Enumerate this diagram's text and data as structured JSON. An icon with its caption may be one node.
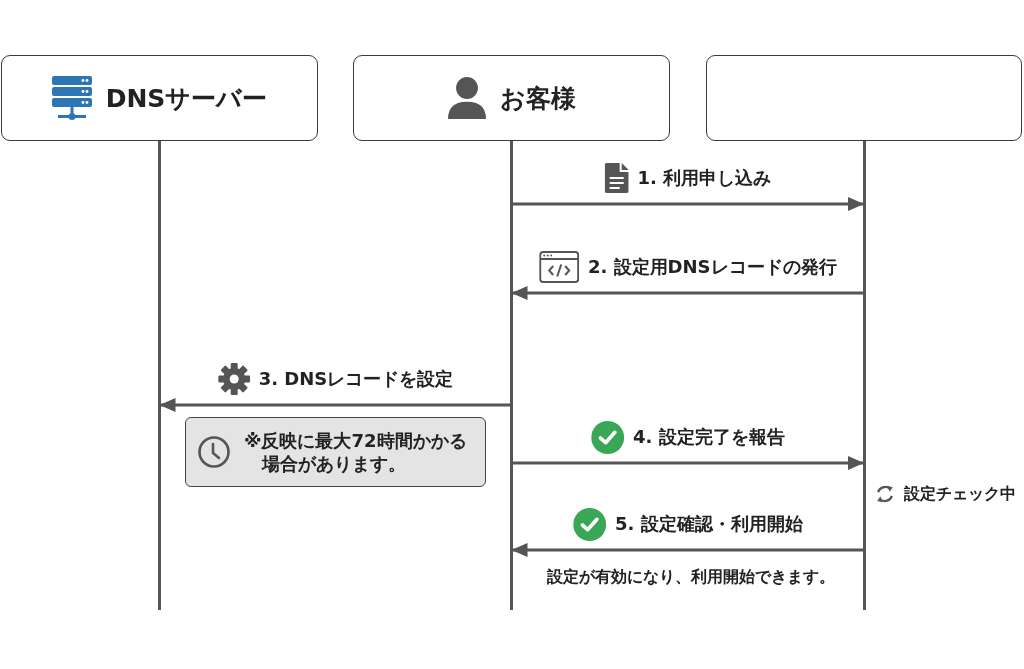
{
  "diagram": {
    "nodes": [
      {
        "text": [
          "DNSサーバー"
        ]
      },
      {
        "text": [
          "お客様"
        ]
      },
      {
        "text": [],
        "shape": "box"
      },
      {
        "text": [
          "※反映に最大72時間かかる場合があります。"
        ]
      }
    ],
    "edges": [
      {
        "from": 1,
        "to": 2,
        "arrow": "to",
        "label": "1. 利用申し込み"
      },
      {
        "from": 2,
        "to": 1,
        "arrow": "to",
        "label": "2. 設定用DNSレコードの発行"
      },
      {
        "from": 1,
        "to": 0,
        "arrow": "to",
        "label": "3. DNSレコードを設定"
      },
      {
        "from": 1,
        "to": 2,
        "arrow": "to",
        "label": "4. 設定完了を報告"
      },
      {
        "from": 2,
        "to": 1,
        "arrow": "to",
        "label": "5. 設定確認・利用開始"
      }
    ],
    "labels": [
      "設定チェック中",
      "設定が有効になり、利用開始できます。"
    ]
  }
}
